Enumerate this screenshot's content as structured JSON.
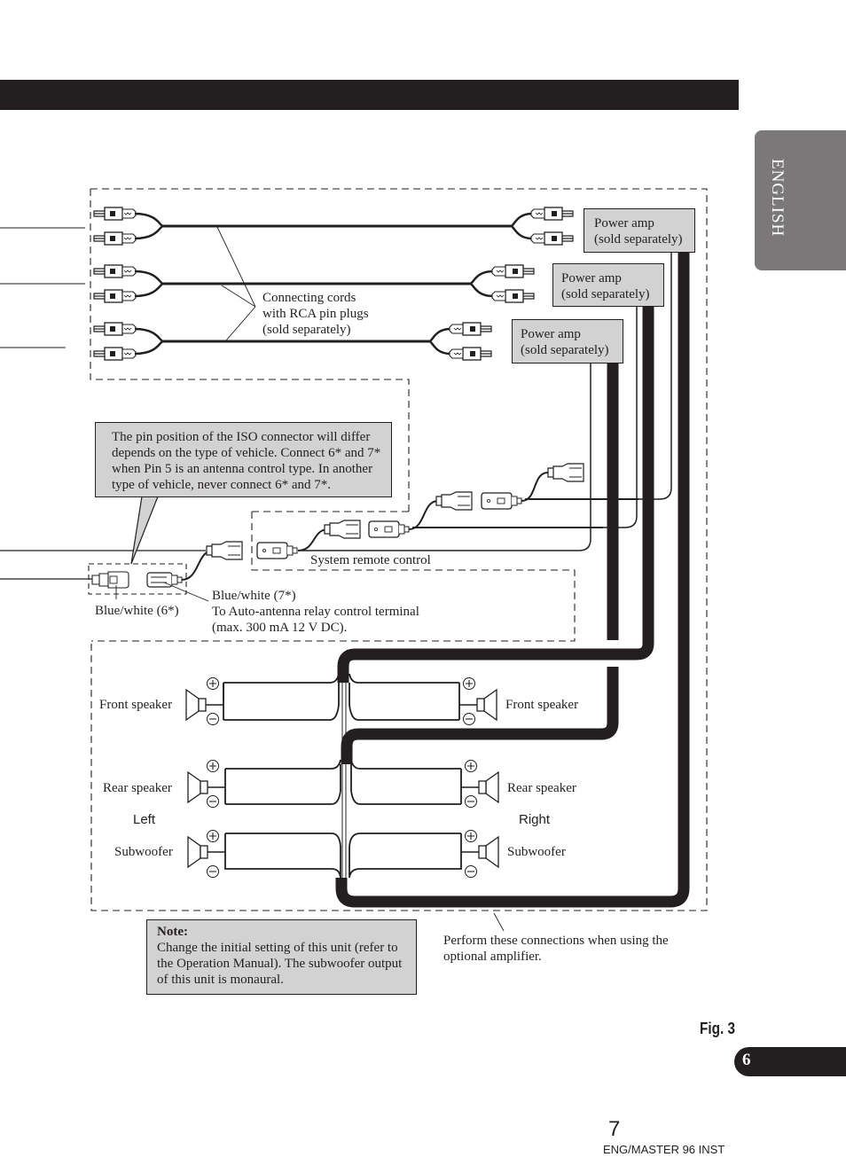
{
  "side_tab": {
    "label": "ENGLISH"
  },
  "rca_section": {
    "cords_label": [
      "Connecting cords",
      "with RCA pin plugs",
      "(sold separately)"
    ],
    "power_amps": [
      {
        "line1": "Power amp",
        "line2": "(sold separately)"
      },
      {
        "line1": "Power amp",
        "line2": "(sold separately)"
      },
      {
        "line1": "Power amp",
        "line2": "(sold separately)"
      }
    ]
  },
  "iso_note": {
    "text": "The pin position of the ISO connector will differ depends on the type of vehicle. Connect 6* and 7* when Pin 5 is an antenna control type. In another type of vehicle, never connect 6* and 7*."
  },
  "remote": {
    "label": "System remote control"
  },
  "antenna": {
    "wire6_label": "Blue/white (6*)",
    "wire7_label": "Blue/white (7*)",
    "wire7_desc1": "To Auto-antenna relay control terminal",
    "wire7_desc2": "(max. 300 mA 12 V DC)."
  },
  "speakers": {
    "left_label": "Left",
    "right_label": "Right",
    "rows": [
      {
        "left": "Front speaker",
        "right": "Front speaker"
      },
      {
        "left": "Rear speaker",
        "right": "Rear speaker"
      },
      {
        "left": "Subwoofer",
        "right": "Subwoofer"
      }
    ],
    "plus_symbol": "+",
    "minus_symbol": "−"
  },
  "sub_note": {
    "title": "Note:",
    "text": "Change the initial setting of this unit (refer to the Operation Manual). The subwoofer output of this unit is monaural."
  },
  "amp_note": {
    "line1": "Perform these connections when using the",
    "line2": "optional amplifier."
  },
  "figure": {
    "label": "Fig. 3"
  },
  "section": {
    "number": "6"
  },
  "footer": {
    "page": "7",
    "code": "ENG/MASTER 96 INST"
  }
}
